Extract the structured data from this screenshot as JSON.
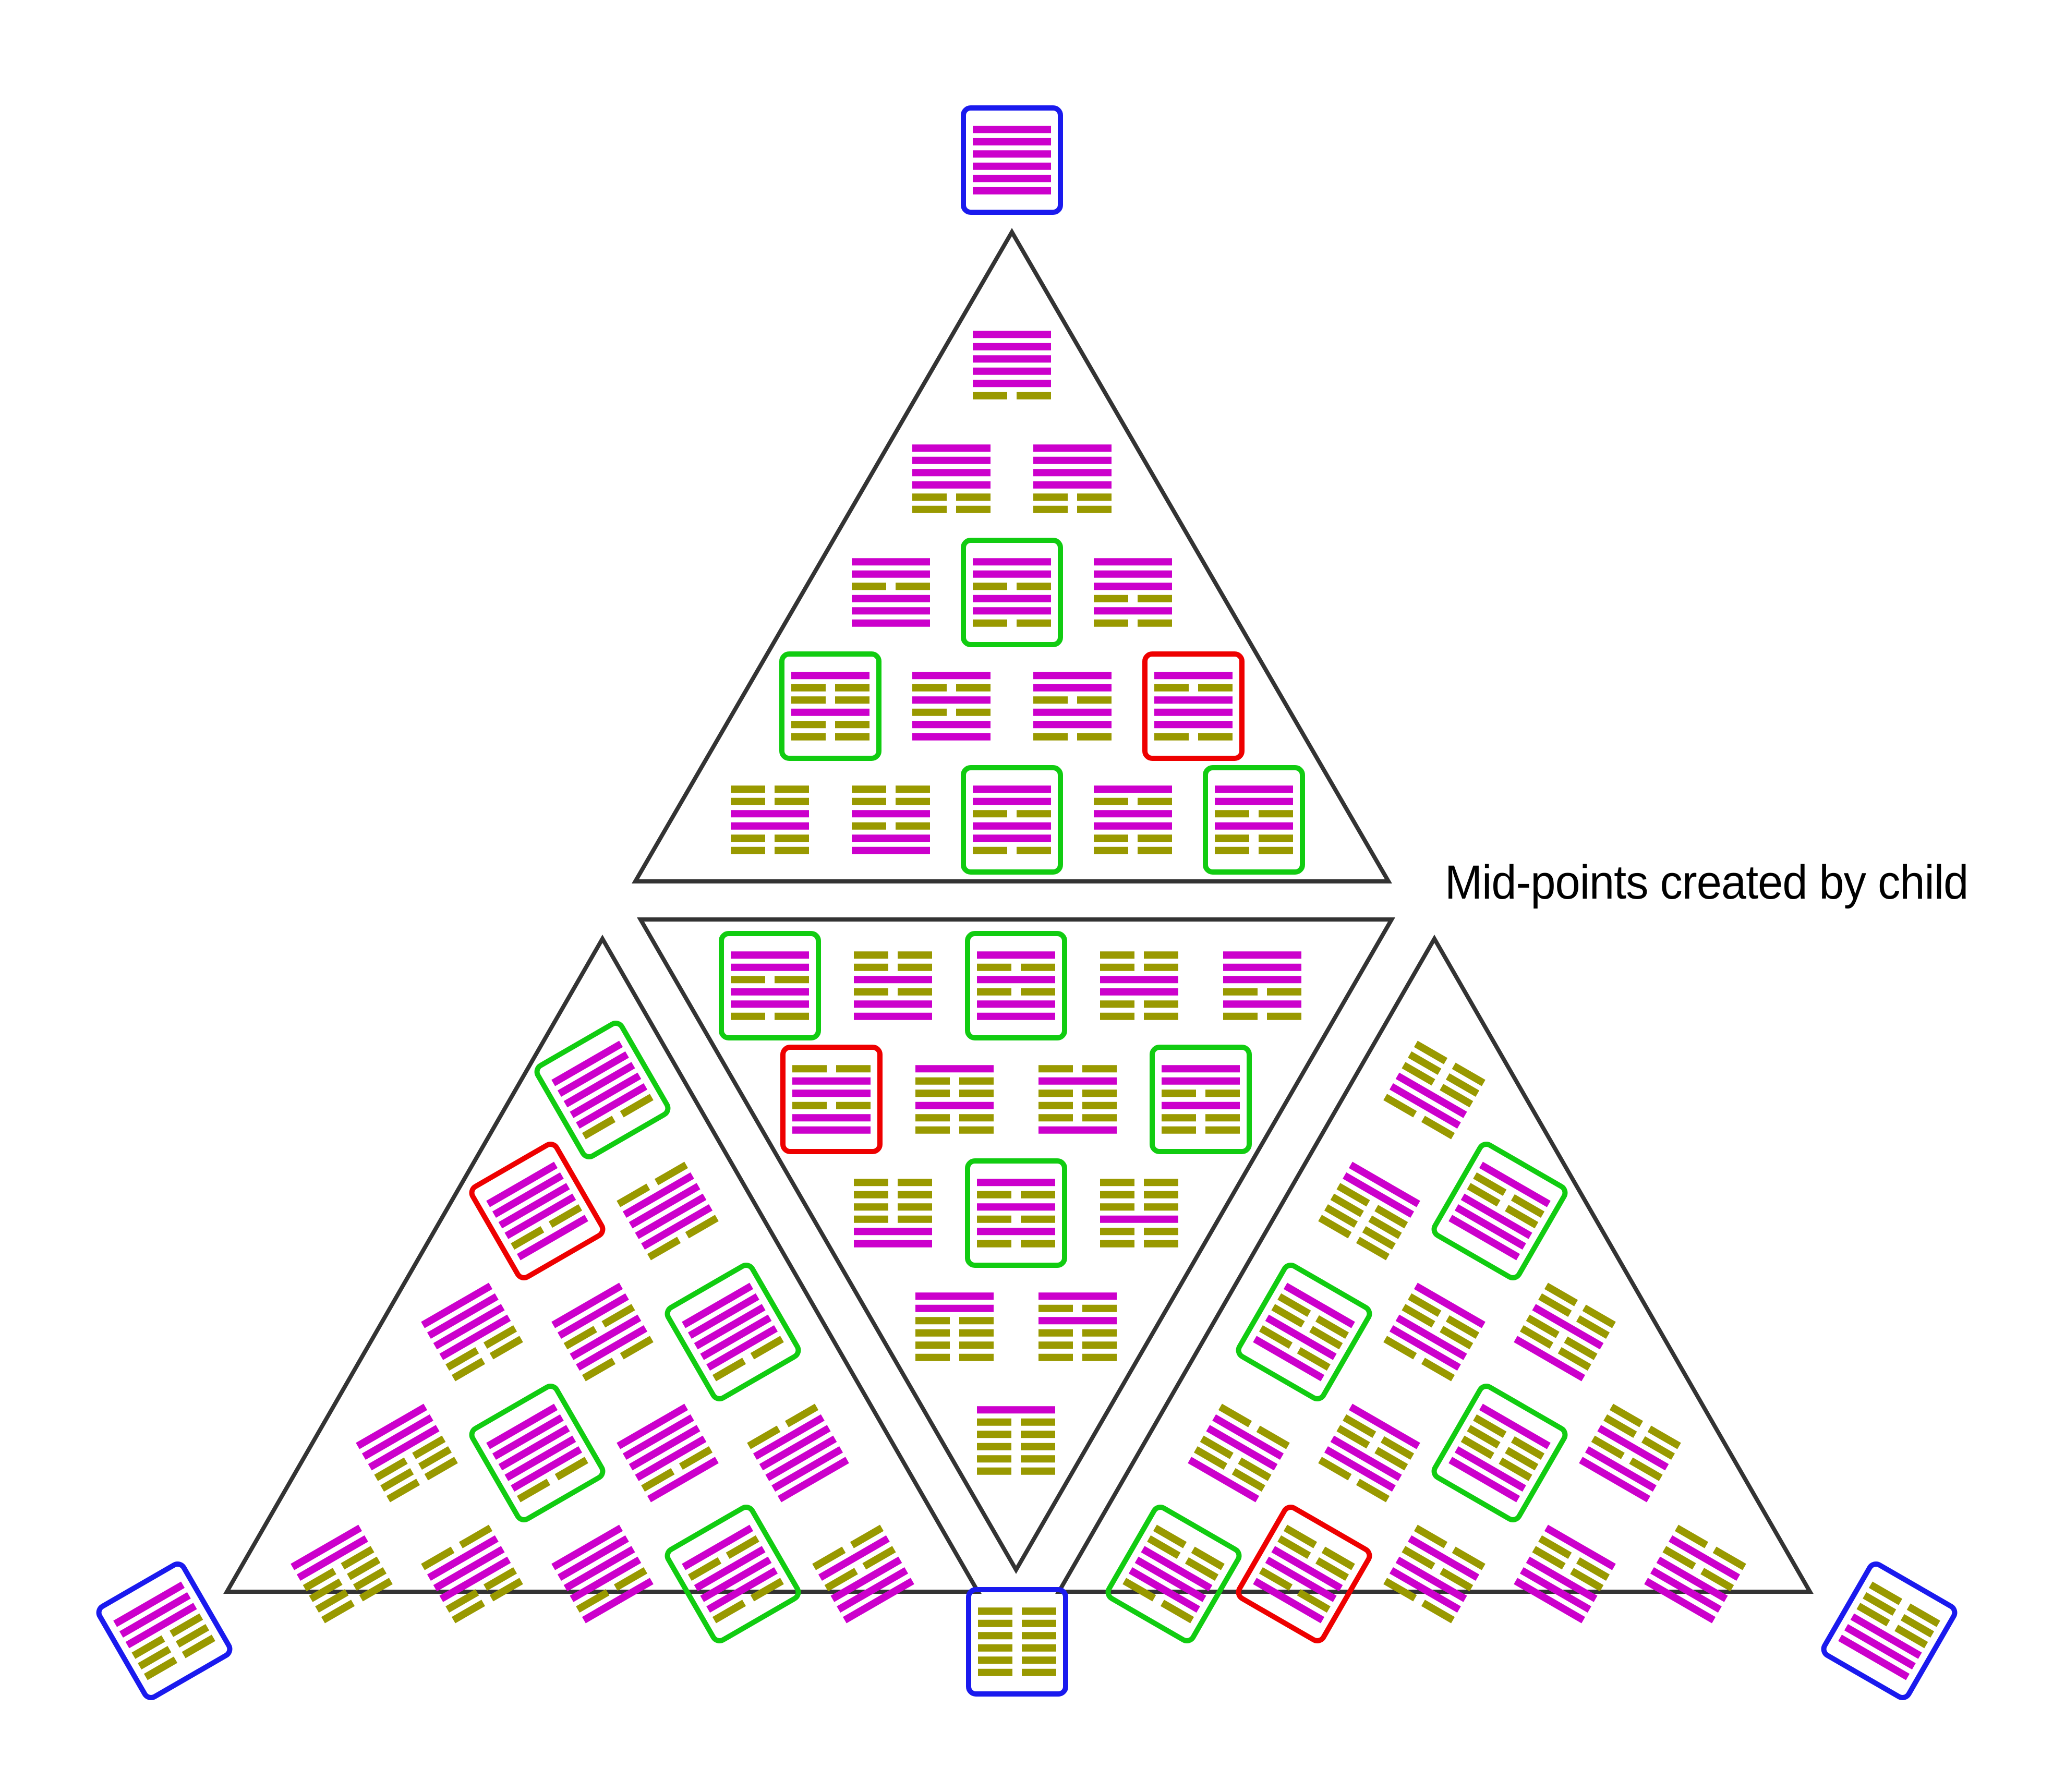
{
  "annotation": "Mid-points created by child",
  "colors": {
    "yang": "#cc00cc",
    "yin": "#999900",
    "outline": "#333333",
    "vertex_frame": "#1a1aee",
    "mid_frame": "#11cc11",
    "child_frame": "#ee0000"
  },
  "hexagram_lines_bottom_to_top": {
    "top_vertex": [
      1,
      1,
      1,
      1,
      1,
      1
    ],
    "bottom_vertex": [
      0,
      0,
      0,
      0,
      0,
      0
    ],
    "left_vertex": [
      0,
      0,
      0,
      1,
      1,
      1
    ],
    "right_vertex": [
      1,
      1,
      1,
      0,
      0,
      0
    ],
    "upper_triangle_rows": [
      [
        [
          0,
          1,
          1,
          1,
          1,
          1
        ]
      ],
      [
        [
          0,
          0,
          1,
          1,
          1,
          1
        ],
        [
          0,
          0,
          1,
          1,
          1,
          1
        ]
      ],
      [
        [
          1,
          1,
          1,
          0,
          1,
          1
        ],
        [
          0,
          1,
          1,
          0,
          1,
          1
        ],
        [
          0,
          1,
          0,
          1,
          1,
          1
        ]
      ],
      [
        [
          0,
          0,
          1,
          0,
          0,
          1
        ],
        [
          1,
          1,
          0,
          1,
          0,
          1
        ],
        [
          0,
          1,
          1,
          0,
          1,
          1
        ],
        [
          0,
          1,
          1,
          1,
          0,
          1
        ]
      ],
      [
        [
          0,
          0,
          1,
          1,
          0,
          0
        ],
        [
          1,
          1,
          0,
          1,
          0,
          0
        ],
        [
          0,
          1,
          1,
          0,
          1,
          1
        ],
        [
          0,
          0,
          1,
          1,
          0,
          1
        ],
        [
          0,
          0,
          1,
          0,
          1,
          1
        ]
      ]
    ],
    "middle_triangle_rows": [
      [
        [
          0,
          1,
          1,
          0,
          1,
          1
        ],
        [
          1,
          1,
          0,
          1,
          0,
          0
        ],
        [
          1,
          1,
          0,
          1,
          0,
          1
        ],
        [
          0,
          0,
          1,
          1,
          0,
          0
        ],
        [
          0,
          1,
          0,
          1,
          1,
          1
        ]
      ],
      [
        [
          1,
          1,
          0,
          1,
          1,
          0
        ],
        [
          0,
          0,
          1,
          0,
          0,
          1
        ],
        [
          1,
          0,
          0,
          0,
          1,
          0
        ],
        [
          0,
          0,
          1,
          0,
          1,
          1
        ]
      ],
      [
        [
          1,
          1,
          0,
          0,
          0,
          0
        ],
        [
          0,
          1,
          0,
          1,
          0,
          1
        ],
        [
          0,
          0,
          1,
          0,
          0,
          0
        ]
      ],
      [
        [
          0,
          0,
          0,
          0,
          1,
          1
        ],
        [
          0,
          0,
          0,
          1,
          0,
          1
        ]
      ],
      [
        [
          0,
          0,
          0,
          0,
          0,
          1
        ]
      ]
    ],
    "left_triangle_rows": [
      [
        [
          0,
          1,
          1,
          1,
          1,
          1
        ]
      ],
      [
        [
          1,
          0,
          1,
          1,
          1,
          1
        ],
        [
          0,
          1,
          1,
          1,
          1,
          0
        ]
      ],
      [
        [
          0,
          0,
          1,
          1,
          1,
          1
        ],
        [
          0,
          1,
          1,
          0,
          1,
          1
        ],
        [
          0,
          1,
          1,
          1,
          1,
          1
        ]
      ],
      [
        [
          0,
          0,
          0,
          1,
          1,
          1
        ],
        [
          0,
          1,
          1,
          1,
          1,
          1
        ],
        [
          1,
          0,
          1,
          1,
          1,
          1
        ],
        [
          1,
          1,
          1,
          1,
          1,
          0
        ]
      ],
      [
        [
          0,
          0,
          0,
          0,
          1,
          1
        ],
        [
          0,
          0,
          1,
          1,
          1,
          0
        ],
        [
          1,
          0,
          1,
          1,
          1,
          1
        ],
        [
          0,
          1,
          1,
          1,
          0,
          1
        ],
        [
          1,
          1,
          1,
          0,
          1,
          0
        ]
      ]
    ],
    "right_triangle_rows": [
      [
        [
          0,
          1,
          1,
          0,
          0,
          0
        ]
      ],
      [
        [
          0,
          0,
          0,
          0,
          1,
          1
        ],
        [
          1,
          1,
          1,
          0,
          0,
          1
        ]
      ],
      [
        [
          1,
          0,
          1,
          0,
          0,
          1
        ],
        [
          0,
          1,
          1,
          0,
          0,
          1
        ],
        [
          1,
          0,
          0,
          1,
          0,
          0
        ]
      ],
      [
        [
          1,
          0,
          0,
          1,
          1,
          0
        ],
        [
          0,
          1,
          1,
          0,
          0,
          1
        ],
        [
          1,
          1,
          0,
          0,
          0,
          1
        ],
        [
          1,
          1,
          0,
          1,
          0,
          0
        ]
      ],
      [
        [
          0,
          1,
          1,
          1,
          0,
          0
        ],
        [
          1,
          0,
          1,
          1,
          0,
          0
        ],
        [
          0,
          1,
          1,
          0,
          1,
          0
        ],
        [
          1,
          1,
          1,
          0,
          0,
          1
        ],
        [
          1,
          1,
          1,
          0,
          1,
          0
        ]
      ]
    ]
  },
  "frame_style": {
    "upper_triangle_rows": [
      [
        "none"
      ],
      [
        "none",
        "none"
      ],
      [
        "none",
        "mid",
        "none"
      ],
      [
        "mid",
        "none",
        "none",
        "child"
      ],
      [
        "none",
        "none",
        "mid",
        "none",
        "mid"
      ]
    ],
    "middle_triangle_rows": [
      [
        "mid",
        "none",
        "mid",
        "none",
        "none"
      ],
      [
        "child",
        "none",
        "none",
        "mid"
      ],
      [
        "none",
        "mid",
        "none"
      ],
      [
        "none",
        "none"
      ],
      [
        "none"
      ]
    ],
    "left_triangle_rows": [
      [
        "mid"
      ],
      [
        "child",
        "none"
      ],
      [
        "none",
        "none",
        "mid"
      ],
      [
        "none",
        "mid",
        "none",
        "none"
      ],
      [
        "none",
        "none",
        "none",
        "mid",
        "none"
      ]
    ],
    "right_triangle_rows": [
      [
        "none"
      ],
      [
        "none",
        "mid"
      ],
      [
        "mid",
        "none",
        "none"
      ],
      [
        "none",
        "none",
        "mid",
        "none"
      ],
      [
        "mid",
        "child",
        "none",
        "none",
        "none"
      ]
    ]
  }
}
